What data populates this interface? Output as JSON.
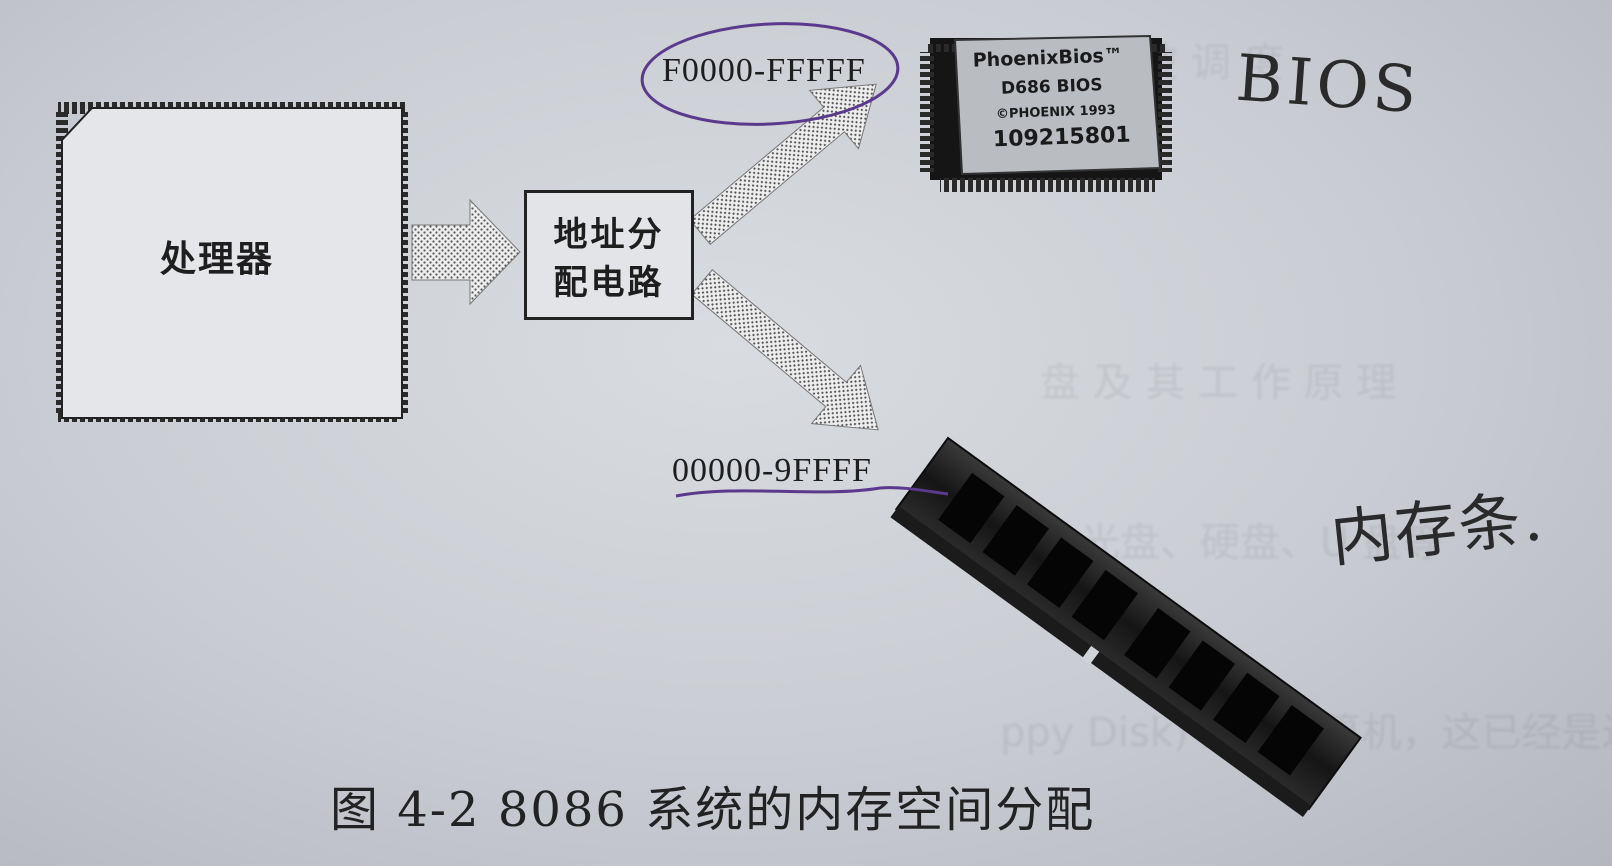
{
  "processor_label": "处理器",
  "decoder_label_line1": "地址分",
  "decoder_label_line2": "配电路",
  "bios_address_range": "F0000-FFFFF",
  "ram_address_range": "00000-9FFFF",
  "bios_chip": {
    "line1": "PhoenixBios™",
    "line2": "D686 BIOS",
    "line3": "©PHOENIX 1993",
    "line4": "109215801"
  },
  "handwritten_bios": "BIOS",
  "handwritten_memory": "内存条.",
  "caption": "图 4-2   8086 系统的内存空间分配",
  "colors": {
    "paper": "#d6d9dd",
    "ink": "#1e1e1e",
    "pen_purple": "#5a3a8c"
  }
}
